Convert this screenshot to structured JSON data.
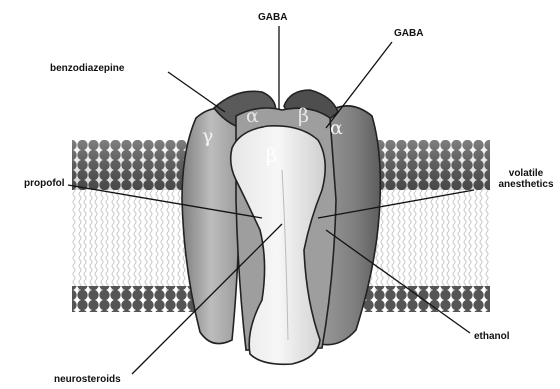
{
  "labels": {
    "gaba_top": "GABA",
    "gaba_right": "GABA",
    "benzodiazepine": "benzodiazepine",
    "propofol": "propofol",
    "volatile_line1": "volatile",
    "volatile_line2": "anesthetics",
    "ethanol": "ethanol",
    "neurosteroids": "neurosteroids"
  },
  "subunits": {
    "gamma": "γ",
    "alpha_left": "α",
    "beta_top": "β",
    "alpha_right": "α",
    "beta_front": "β"
  }
}
